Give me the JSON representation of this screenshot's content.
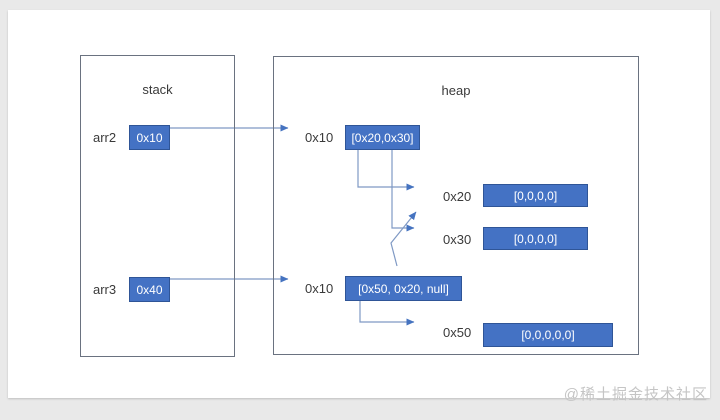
{
  "window": {
    "background": "#e9e9e9",
    "canvas_background": "#ffffff"
  },
  "colors": {
    "cell_fill": "#4472c4",
    "cell_border": "#2f5597",
    "cell_text": "#ffffff",
    "connector_line": "#7f99c4",
    "arrowhead": "#4573c0",
    "region_border": "#6a7280",
    "label_text": "#3a3a3a",
    "watermark_text": "#c5c5c5"
  },
  "stack": {
    "title": "stack",
    "vars": [
      {
        "name": "arr2",
        "value": "0x10"
      },
      {
        "name": "arr3",
        "value": "0x40"
      }
    ]
  },
  "heap": {
    "title": "heap",
    "rows": [
      {
        "address": "0x10",
        "value": "[0x20,0x30]"
      },
      {
        "address": "0x20",
        "value": "[0,0,0,0]"
      },
      {
        "address": "0x30",
        "value": "[0,0,0,0]"
      },
      {
        "address": "0x10",
        "value": "[0x50, 0x20, null]"
      },
      {
        "address": "0x50",
        "value": "[0,0,0,0,0]"
      }
    ]
  },
  "edges": [
    {
      "from": "stack arr2 (0x10)",
      "to": "heap 0x10 [0x20,0x30]"
    },
    {
      "from": "[0x20,0x30] element 0",
      "to": "heap 0x20 [0,0,0,0]"
    },
    {
      "from": "[0x20,0x30] element 1",
      "to": "heap 0x30 [0,0,0,0]"
    },
    {
      "from": "stack arr3 (0x40)",
      "to": "heap 0x10 [0x50, 0x20, null]"
    },
    {
      "from": "[0x50, 0x20, null] element 1",
      "to": "heap 0x20 [0,0,0,0]"
    },
    {
      "from": "[0x50, 0x20, null] element 0",
      "to": "heap 0x50 [0,0,0,0,0]"
    }
  ],
  "watermark": {
    "text": "@稀土掘金技术社区"
  }
}
